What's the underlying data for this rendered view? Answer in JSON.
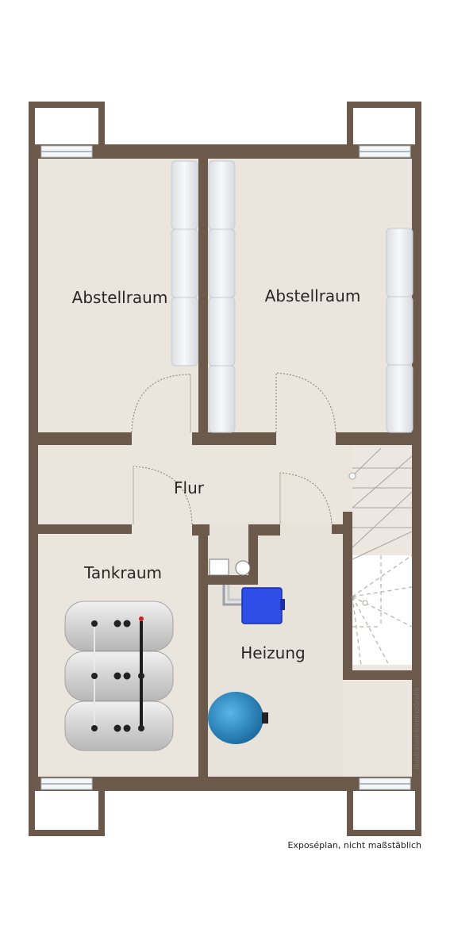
{
  "rooms": {
    "storage_left": "Abstellraum",
    "storage_right": "Abstellraum",
    "hallway": "Flur",
    "tank_room": "Tankraum",
    "heating": "Heizung"
  },
  "credit": "Illustration©immoGrafik",
  "footer_note": "Exposéplan, nicht maßstäblich",
  "colors": {
    "wall": "#6b5a4c",
    "floor": "#ebe6dd",
    "boiler": "#2f4ee8",
    "expansion_tank": "#2b8fc9"
  }
}
